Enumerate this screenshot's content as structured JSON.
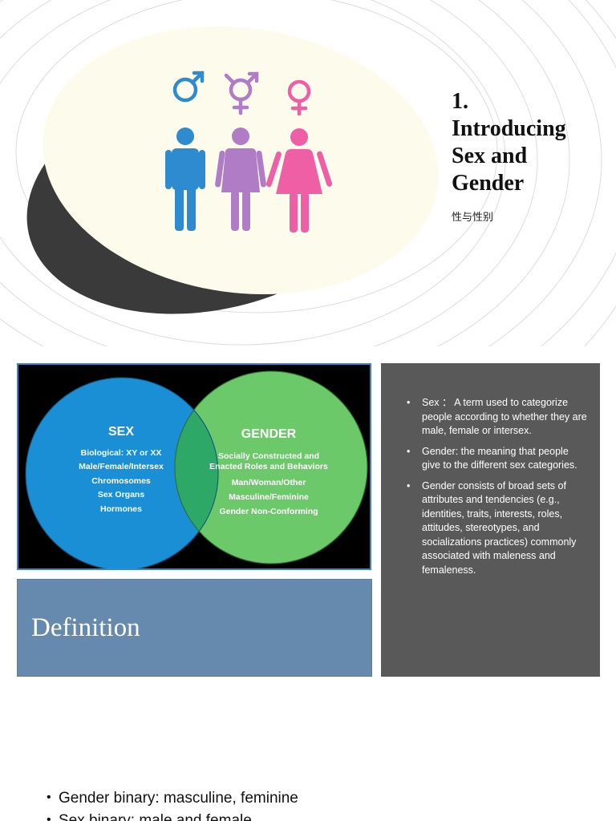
{
  "slide1": {
    "title": "1.\nIntroducing\nSex and\nGender",
    "subtitle": "性与性别",
    "icons": [
      "male-symbol-icon",
      "transgender-symbol-icon",
      "female-symbol-icon",
      "male-figure-icon",
      "androgynous-figure-icon",
      "female-figure-icon"
    ],
    "colors": {
      "male": "#2e8bcf",
      "transgender": "#b07cc6",
      "female": "#ee5fa6",
      "ellipse": "#fdfcec",
      "shadow": "#3a3a3a"
    }
  },
  "slide2": {
    "venn": {
      "sex": {
        "title": "SEX",
        "lines": [
          "Biological: XY or XX",
          "Male/Female/Intersex",
          "Chromosomes",
          "Sex Organs",
          "Hormones"
        ]
      },
      "gender": {
        "title": "GENDER",
        "lines": [
          "Socially Constructed and",
          "Enacted Roles and Behaviors",
          "Man/Woman/Other",
          "Masculine/Feminine",
          "Gender Non-Conforming"
        ]
      },
      "colors": {
        "sex": "#1a8fd6",
        "gender": "#6bc96a",
        "overlap": "#2ea866"
      }
    },
    "definition_title": "Definition",
    "bullets": [
      "Sex ： A term used to categorize people according to whether they are male, female or intersex.",
      "Gender: the meaning that people give to the different sex categories.",
      "Gender consists of broad sets of attributes and tendencies (e.g., identities, traits, interests, roles, attitudes, stereotypes, and socializations practices) commonly associated with maleness and femaleness."
    ]
  },
  "slide3": {
    "bullets": [
      "Gender binary: masculine, feminine",
      "Sex binary: male and female"
    ]
  }
}
